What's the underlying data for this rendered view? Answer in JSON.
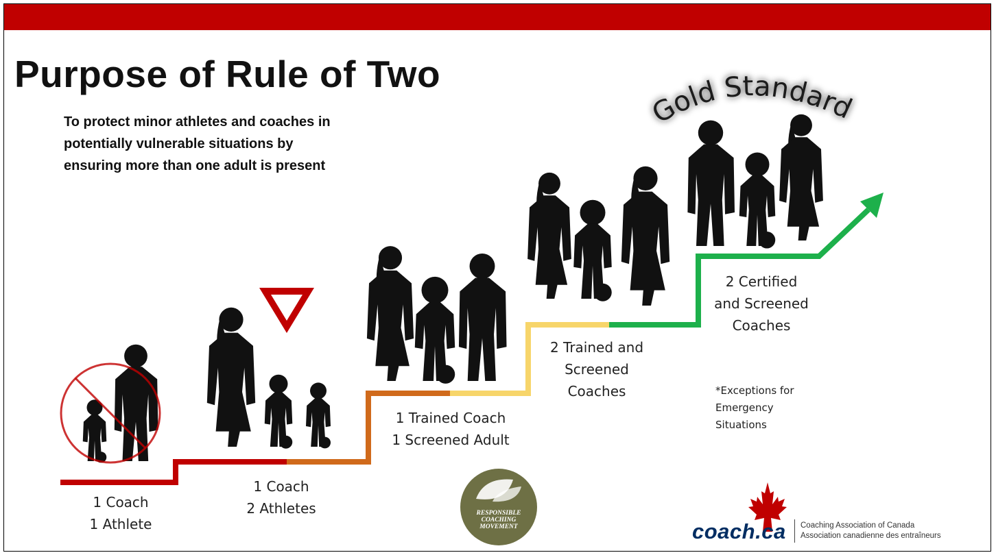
{
  "slide": {
    "title": "Purpose of Rule of Two",
    "purpose_lines": [
      "To protect minor athletes and coaches in",
      "potentially vulnerable situations by",
      "ensuring more than one adult is present"
    ],
    "gold_standard": "Gold Standard"
  },
  "steps": [
    {
      "lines": [
        "1 Coach",
        "1 Athlete"
      ],
      "color": "#c00000"
    },
    {
      "lines": [
        "1 Coach",
        "2 Athletes"
      ],
      "color": "#c00000"
    },
    {
      "lines": [
        "1 Trained Coach",
        "1 Screened Adult"
      ],
      "color": "#d06a1b"
    },
    {
      "lines": [
        "2 Trained and",
        "Screened",
        "Coaches"
      ],
      "color": "#f7d56a"
    },
    {
      "lines": [
        "2 Certified",
        "and Screened",
        "Coaches"
      ],
      "color": "#1db04b"
    }
  ],
  "exceptions": [
    "*Exceptions for",
    "Emergency",
    "Situations"
  ],
  "logos": {
    "rcm_lines": [
      "RESPONSIBLE",
      "COACHING",
      "MOVEMENT"
    ],
    "coach_brand": "coach.ca",
    "org_en": "Coaching Association of Canada",
    "org_fr": "Association canadienne des entraîneurs"
  },
  "colors": {
    "top_bar": "#c00000",
    "step_red": "#c00000",
    "step_orange": "#d06a1b",
    "step_yellow": "#f7d56a",
    "step_green": "#1db04b",
    "rcm_badge": "#6e7045",
    "brand_blue": "#002d62"
  },
  "icons": [
    "no-entry-icon",
    "yield-sign-icon",
    "arrow-up-right-icon",
    "maple-leaf-icon",
    "leaf-icon"
  ]
}
